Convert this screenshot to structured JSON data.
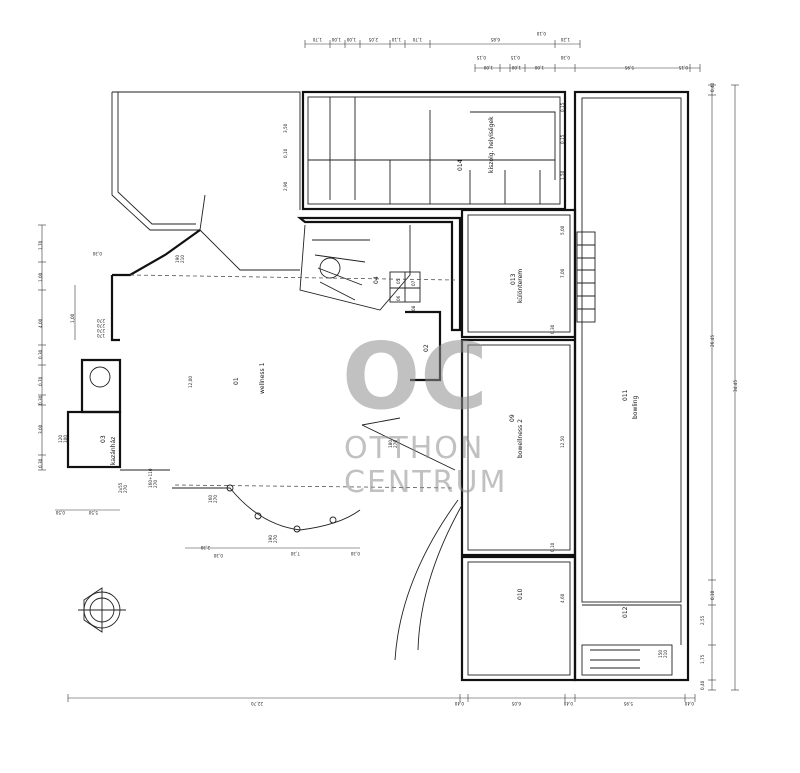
{
  "watermark": {
    "logo": "OC",
    "line1": "OTTHON",
    "line2": "CENTRUM"
  },
  "rooms": [
    {
      "id": "01",
      "label": "01",
      "name": "wellness 1"
    },
    {
      "id": "03",
      "label": "03",
      "name": "kazánház"
    },
    {
      "id": "04",
      "label": "04",
      "name": ""
    },
    {
      "id": "02",
      "label": "02",
      "name": ""
    },
    {
      "id": "05",
      "label": "05",
      "name": ""
    },
    {
      "id": "06",
      "label": "06",
      "name": ""
    },
    {
      "id": "07",
      "label": "07",
      "name": ""
    },
    {
      "id": "08",
      "label": "08",
      "name": ""
    },
    {
      "id": "09",
      "label": "09",
      "name": "bowellness 2"
    },
    {
      "id": "010",
      "label": "010",
      "name": ""
    },
    {
      "id": "011",
      "label": "011",
      "name": "bowling"
    },
    {
      "id": "012",
      "label": "012",
      "name": ""
    },
    {
      "id": "013",
      "label": "013",
      "name": "különterem"
    },
    {
      "id": "014",
      "label": "014",
      "name": "kiszolg. helyiségek"
    }
  ],
  "door_labels": {
    "d1": "190\n210",
    "d2": "270\n270",
    "d3": "170\n270",
    "d4": "120\n100",
    "d5": "2x55\n270",
    "d6": "160+110\n270",
    "d7": "160\n270",
    "d8": "190\n270",
    "d9": "180\n270",
    "d10": "150\n210"
  },
  "dimensions": {
    "top_row1": [
      "1,70",
      "1,00",
      "1,00",
      "2,05",
      "1,10",
      "1,70",
      "6,85",
      "0,10",
      "1,20"
    ],
    "top_row2": [
      "0,15",
      "1,00",
      "0,15",
      "1,00",
      "1,00",
      "0,30",
      "5,95",
      "0,15"
    ],
    "bottom": [
      "22,70",
      "0,40",
      "6,05",
      "0,40",
      "5,95",
      "0,40"
    ],
    "right": [
      "0,40",
      "26,45",
      "34,45",
      "0,10",
      "2,55",
      "1,75",
      "0,40"
    ],
    "left": [
      "1,70",
      "1,00",
      "4,00",
      "0,30",
      "0,70",
      "0,30",
      "3,00",
      "0,30"
    ],
    "inner": [
      "12,00",
      "12,50",
      "7,00",
      "4,60",
      "5,00",
      "0,30",
      "0,10",
      "2,90",
      "3,50",
      "0,15",
      "0,15",
      "1,50",
      "0,10"
    ],
    "small": [
      "1,00",
      "0,30",
      "5,50",
      "2,30",
      "0,30",
      "7,30",
      "0,50",
      "0,30"
    ]
  }
}
